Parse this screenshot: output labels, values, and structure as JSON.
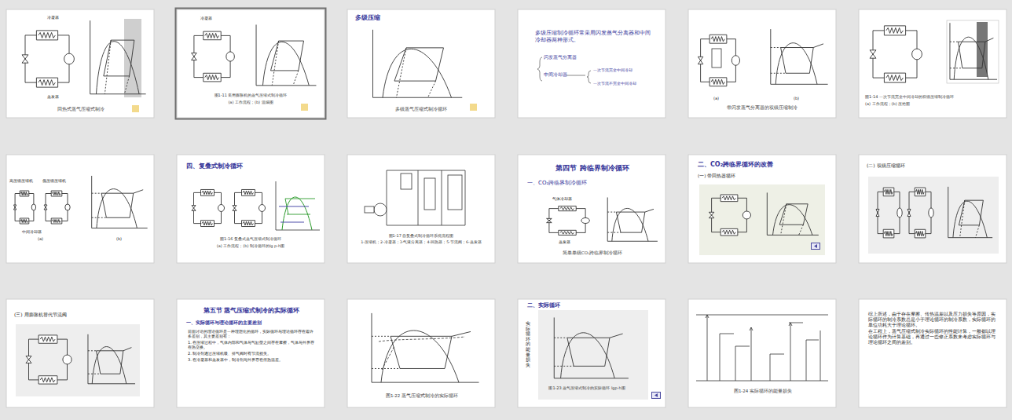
{
  "diagram": {
    "nodes": [
      {
        "text": [
          "冷凝器",
          "蒸发器",
          "回热式蒸气压缩式制冷"
        ]
      },
      {
        "text": [
          "冷凝器",
          "图1-11 采用膨胀机的蒸气压缩式制冷循环",
          "(a) 工作流程；(b) 温熵图"
        ]
      },
      {
        "text": [
          "多级压缩",
          "多级蒸气压缩式制冷循环"
        ]
      },
      {
        "text": [
          "多级压缩制冷循环常采用闪发蒸气分离器和中间冷却器两种形式。",
          "闪发蒸气分离器",
          "中间冷却器",
          "一次节流完全中间冷却",
          "一次节流不完全中间冷却"
        ]
      },
      {
        "text": [
          "(a)",
          "(b)",
          "带闪发蒸气分离器的双级压缩制冷"
        ]
      },
      {
        "text": [
          "图1-14 一次节流完全中间冷却的双级压缩制冷循环",
          "(a) 工作流程；(b) 压焓图"
        ]
      },
      {
        "text": [
          "高压级压缩机",
          "低压级压缩机",
          "中间冷却器",
          "(a)",
          "(b)"
        ]
      },
      {
        "text": [
          "四、复叠式制冷循环",
          "图1-16 复叠式蒸气压缩式制冷循环",
          "(a) 工作流程；(b) 制冷循环的lg p-h图"
        ]
      },
      {
        "text": [
          "图1-17 自复叠式制冷循环系统流程图",
          "1-压缩机；2-冷凝器；3-气液分离器；4-回热器；5-节流阀；6-蒸发器"
        ]
      },
      {
        "text": [
          "第四节 跨临界制冷循环",
          "一、CO₂跨临界制冷循环",
          "气体冷却器",
          "蒸发器",
          "简单单级CO₂跨临界制冷循环"
        ]
      },
      {
        "text": [
          "二、CO₂跨临界循环的改善",
          "(一) 带回热器循环"
        ]
      },
      {
        "text": [
          "(二) 双级压缩循环"
        ]
      },
      {
        "text": [
          "(三) 用膨胀机替代节流阀"
        ]
      },
      {
        "text": [
          "第五节 蒸气压缩式制冷的实际循环",
          "一、实际循环与理论循环的主要差别",
          "前面讨论的理论循环是一种理想化的循环，实际循环与理论循环存在着许多差别，其主要差别有：",
          "1. 在压缩过程中，气体内部和气体与气缸壁之间存在摩擦，气体与外界存在热交换。",
          "2. 制冷剂通过压缩机吸、排气阀时有节流损失。",
          "3. 在冷凝器和蒸发器中，制冷剂与外界存在传热温差。"
        ]
      },
      {
        "text": [
          "图1-22 蒸气压缩式制冷的实际循环"
        ]
      },
      {
        "text": [
          "二、实际循环",
          "实际循环的能量损失",
          "图1-23 蒸气压缩式制冷的实际循环 lgp-h图"
        ]
      },
      {
        "text": [
          "图1-24 实际循环的能量损失"
        ]
      },
      {
        "text": [
          "综上所述，由于存在摩擦、传热温差以及压力损失等原因，实际循环的制冷系数总是小于理论循环的制冷系数，实际循环的单位功耗大于理论循环。",
          "在工程上，蒸气压缩式制冷实际循环的性能计算，一般都以理论循环作为计算基础，再通过一些修正系数来考虑实际循环与理论循环之间的差别。"
        ]
      }
    ]
  }
}
